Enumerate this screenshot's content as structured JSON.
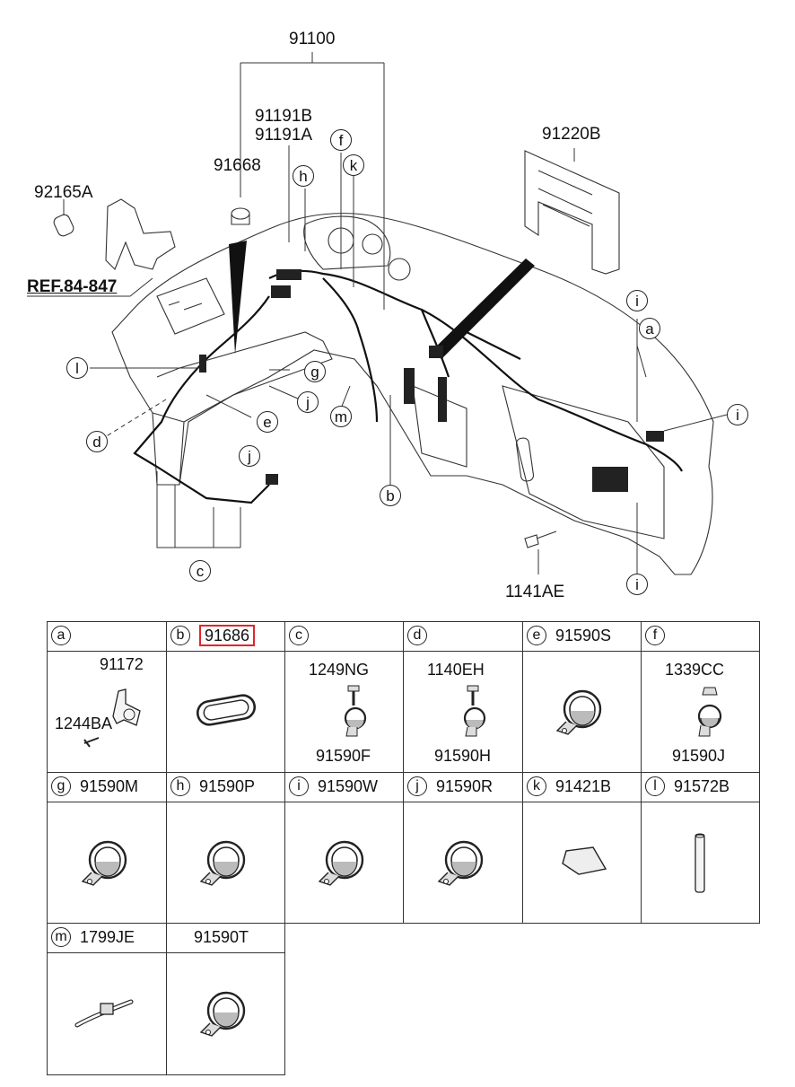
{
  "diagram": {
    "callouts": {
      "main_harness": "91100",
      "connector_b": "91191B",
      "connector_a": "91191A",
      "grommet": "91668",
      "bracket_left": "92165A",
      "reference": "REF.84-847",
      "bracket_right": "91220B",
      "bolt": "1141AE"
    },
    "markers": [
      "a",
      "b",
      "c",
      "d",
      "e",
      "f",
      "g",
      "h",
      "i",
      "j",
      "k",
      "l",
      "m"
    ]
  },
  "parts_table": {
    "cells": [
      {
        "tag": "a",
        "part": "",
        "labels": [
          "91172",
          "1244BA"
        ],
        "icon": "clip-bracket-icon"
      },
      {
        "tag": "b",
        "part": "91686",
        "labels": [],
        "icon": "grommet-ring-icon",
        "highlight_color": "#e0262a"
      },
      {
        "tag": "c",
        "part": "",
        "labels": [
          "1249NG",
          "91590F"
        ],
        "icon": "bolt-clamp-icon"
      },
      {
        "tag": "d",
        "part": "",
        "labels": [
          "1140EH",
          "91590H"
        ],
        "icon": "bolt-clamp-icon"
      },
      {
        "tag": "e",
        "part": "91590S",
        "labels": [],
        "icon": "clamp-icon"
      },
      {
        "tag": "f",
        "part": "",
        "labels": [
          "1339CC",
          "91590J"
        ],
        "icon": "nut-clamp-icon"
      },
      {
        "tag": "g",
        "part": "91590M",
        "labels": [],
        "icon": "clamp-icon"
      },
      {
        "tag": "h",
        "part": "91590P",
        "labels": [],
        "icon": "clamp-icon"
      },
      {
        "tag": "i",
        "part": "91590W",
        "labels": [],
        "icon": "clamp-icon"
      },
      {
        "tag": "j",
        "part": "91590R",
        "labels": [],
        "icon": "clamp-icon"
      },
      {
        "tag": "k",
        "part": "91421B",
        "labels": [],
        "icon": "pad-icon"
      },
      {
        "tag": "l",
        "part": "91572B",
        "labels": [],
        "icon": "tube-icon"
      },
      {
        "tag": "m",
        "part": "1799JE",
        "labels": [],
        "icon": "cable-tie-icon"
      },
      {
        "tag": "",
        "part": "91590T",
        "labels": [],
        "icon": "clamp-icon"
      }
    ]
  }
}
